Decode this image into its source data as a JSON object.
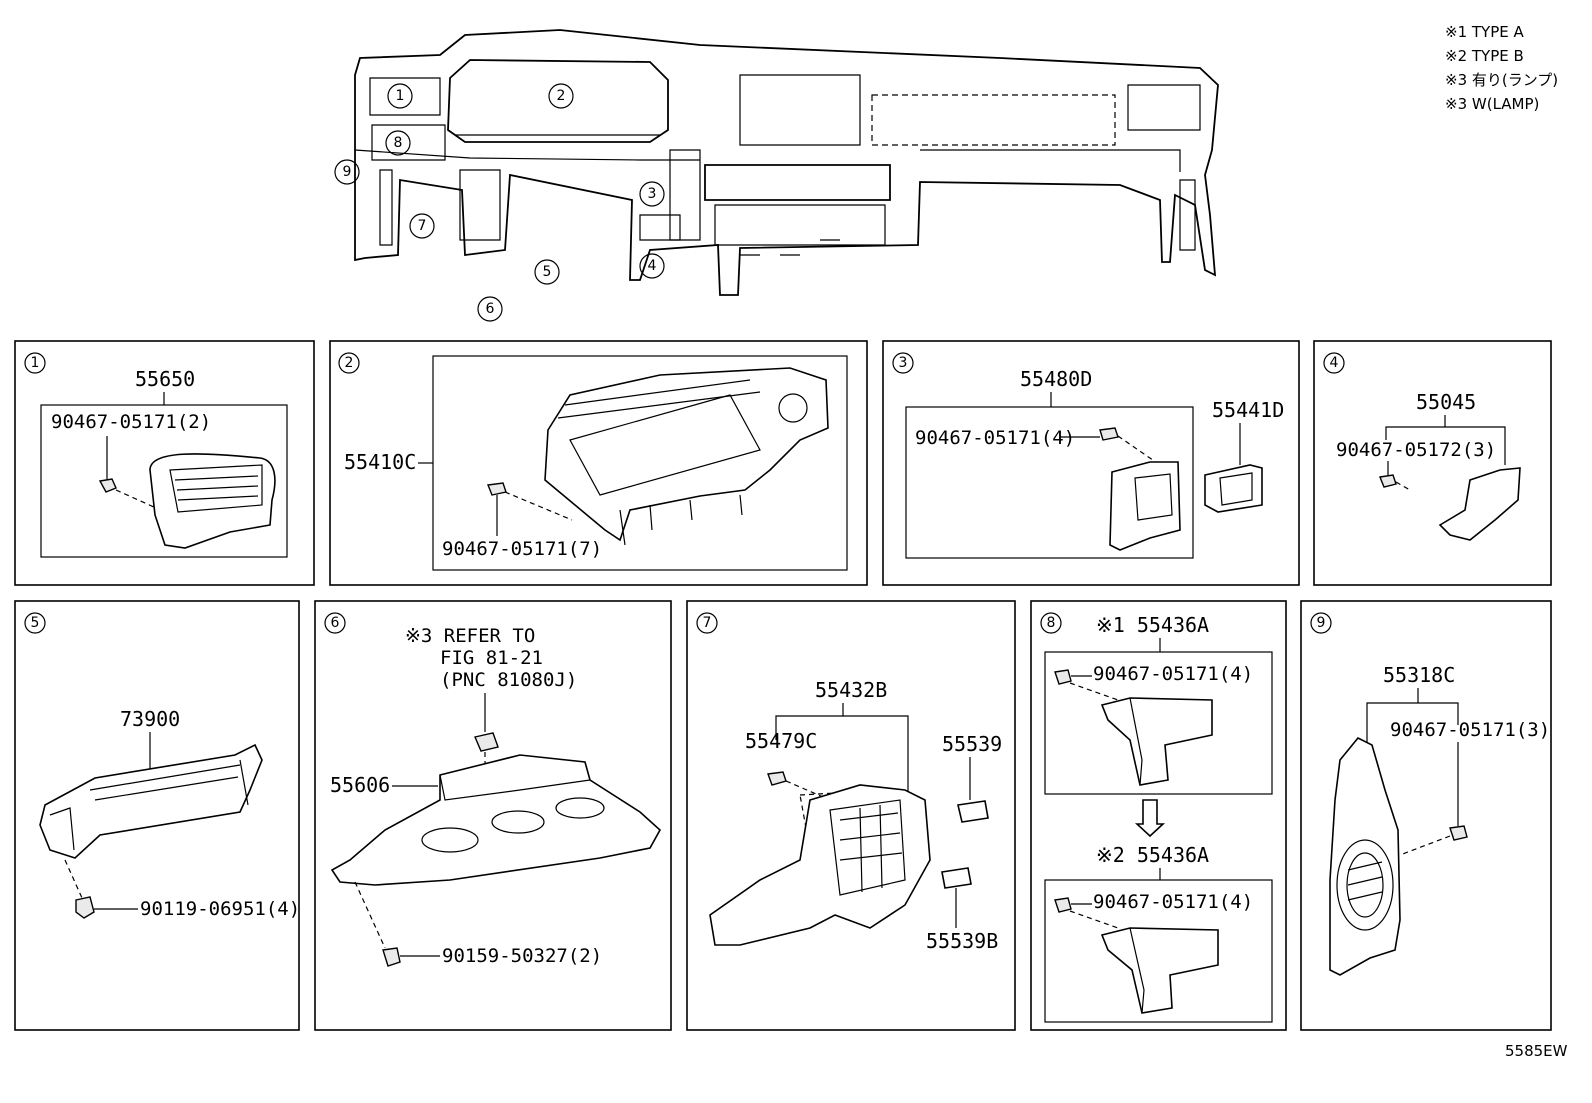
{
  "legend": [
    "※1 TYPE A",
    "※2 TYPE B",
    "※3 有り(ランプ)",
    "※3 W(LAMP)"
  ],
  "figure_code": "5585EW",
  "overview_callouts": [
    "1",
    "2",
    "8",
    "9",
    "7",
    "3",
    "4",
    "5",
    "6"
  ],
  "panels": [
    {
      "num": "1",
      "parts": [
        "55650",
        "90467-05171(2)"
      ]
    },
    {
      "num": "2",
      "parts": [
        "55410C",
        "90467-05171(7)"
      ]
    },
    {
      "num": "3",
      "parts": [
        "55480D",
        "90467-05171(4)",
        "55441D"
      ]
    },
    {
      "num": "4",
      "parts": [
        "55045",
        "90467-05172(3)"
      ]
    },
    {
      "num": "5",
      "parts": [
        "73900",
        "90119-06951(4)"
      ]
    },
    {
      "num": "6",
      "parts": [
        "※3 REFER TO",
        "FIG 81-21",
        "(PNC 81080J)",
        "55606",
        "90159-50327(2)"
      ]
    },
    {
      "num": "7",
      "parts": [
        "55432B",
        "55479C",
        "55539",
        "55539B"
      ]
    },
    {
      "num": "8",
      "parts": [
        "※1 55436A",
        "90467-05171(4)",
        "※2 55436A",
        "90467-05171(4)"
      ]
    },
    {
      "num": "9",
      "parts": [
        "55318C",
        "90467-05171(3)"
      ]
    }
  ]
}
